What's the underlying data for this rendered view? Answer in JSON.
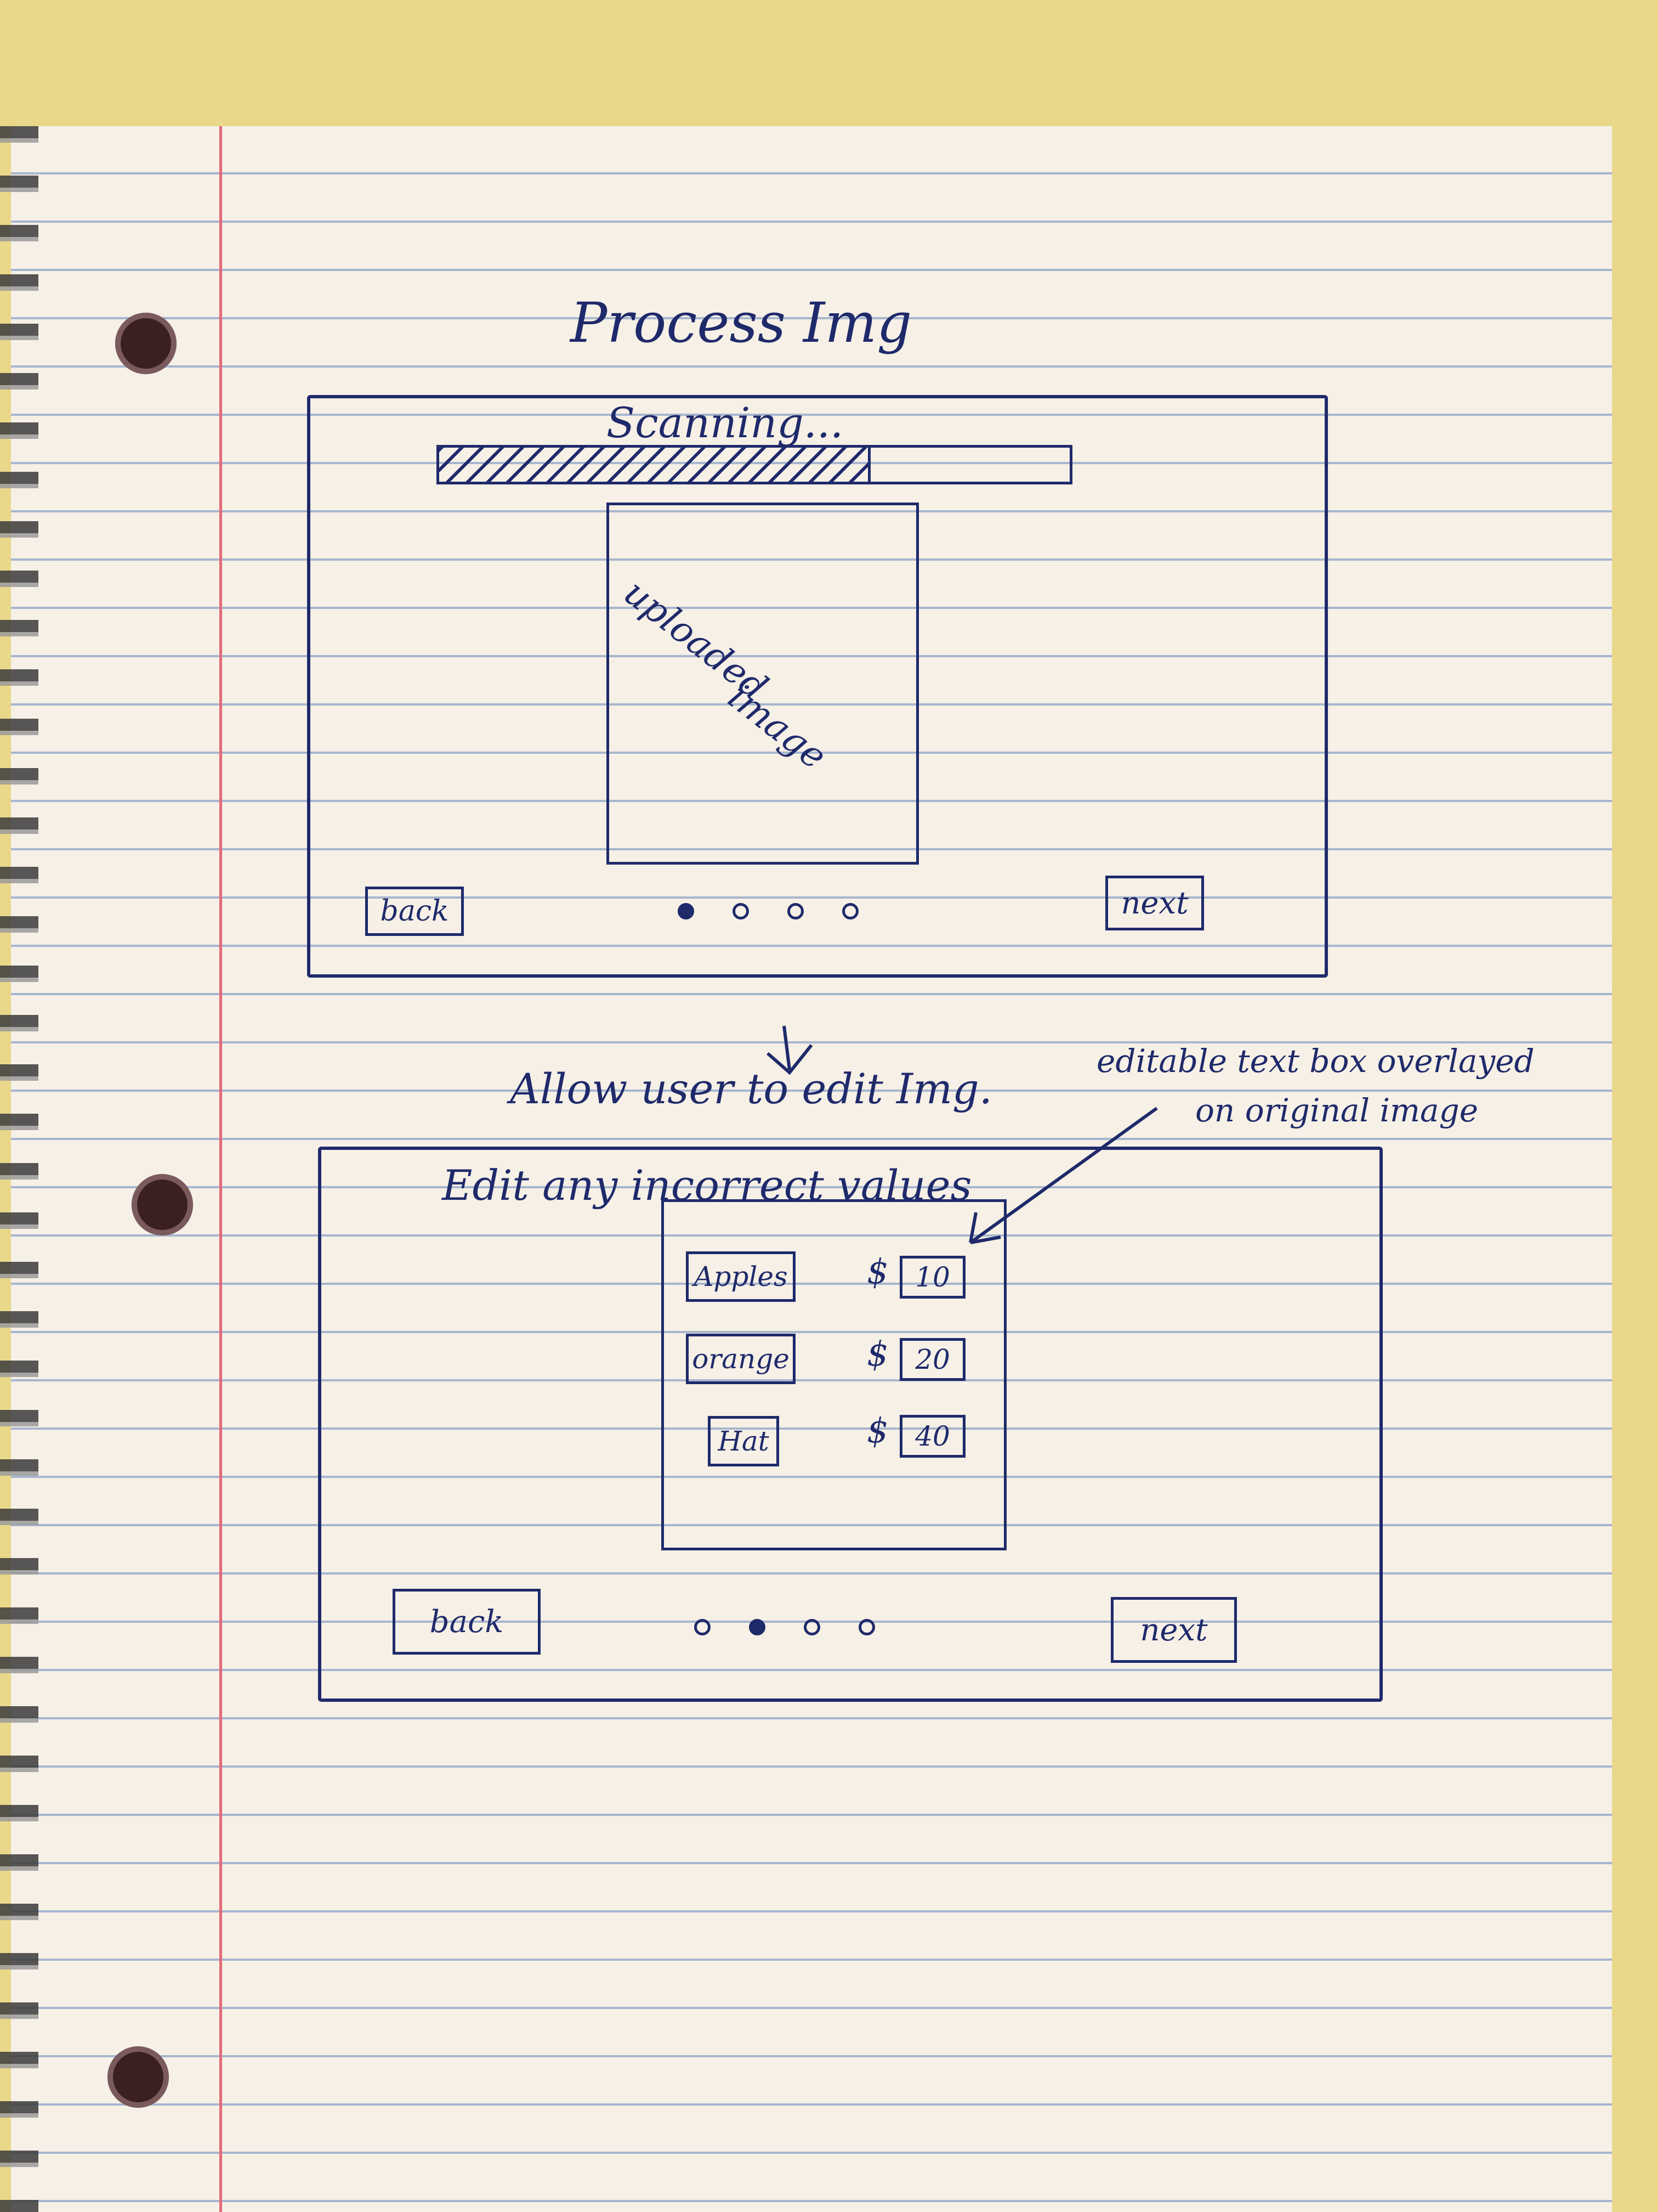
{
  "screen1": {
    "title": "Process Img",
    "status": "Scanning...",
    "progress": 0.68,
    "image_placeholder_line1": "uploaded",
    "image_placeholder_line2": "image",
    "back_label": "back",
    "next_label": "next",
    "pagination": {
      "total": 4,
      "active": 1
    }
  },
  "transition_note": "Allow user to edit Img.",
  "annotation": {
    "line1": "editable text box overlayed",
    "line2": "on original image"
  },
  "screen2": {
    "heading": "Edit any incorrect values",
    "currency": "$",
    "items": [
      {
        "name": "Apples",
        "price": "10"
      },
      {
        "name": "orange",
        "price": "20"
      },
      {
        "name": "Hat",
        "price": "40"
      }
    ],
    "back_label": "back",
    "next_label": "next",
    "pagination": {
      "total": 4,
      "active": 2
    }
  },
  "colors": {
    "ink": "#1f2a6b",
    "paper": "#f6f0e6",
    "rule": "#a7b6cf",
    "margin": "#e46a78"
  }
}
